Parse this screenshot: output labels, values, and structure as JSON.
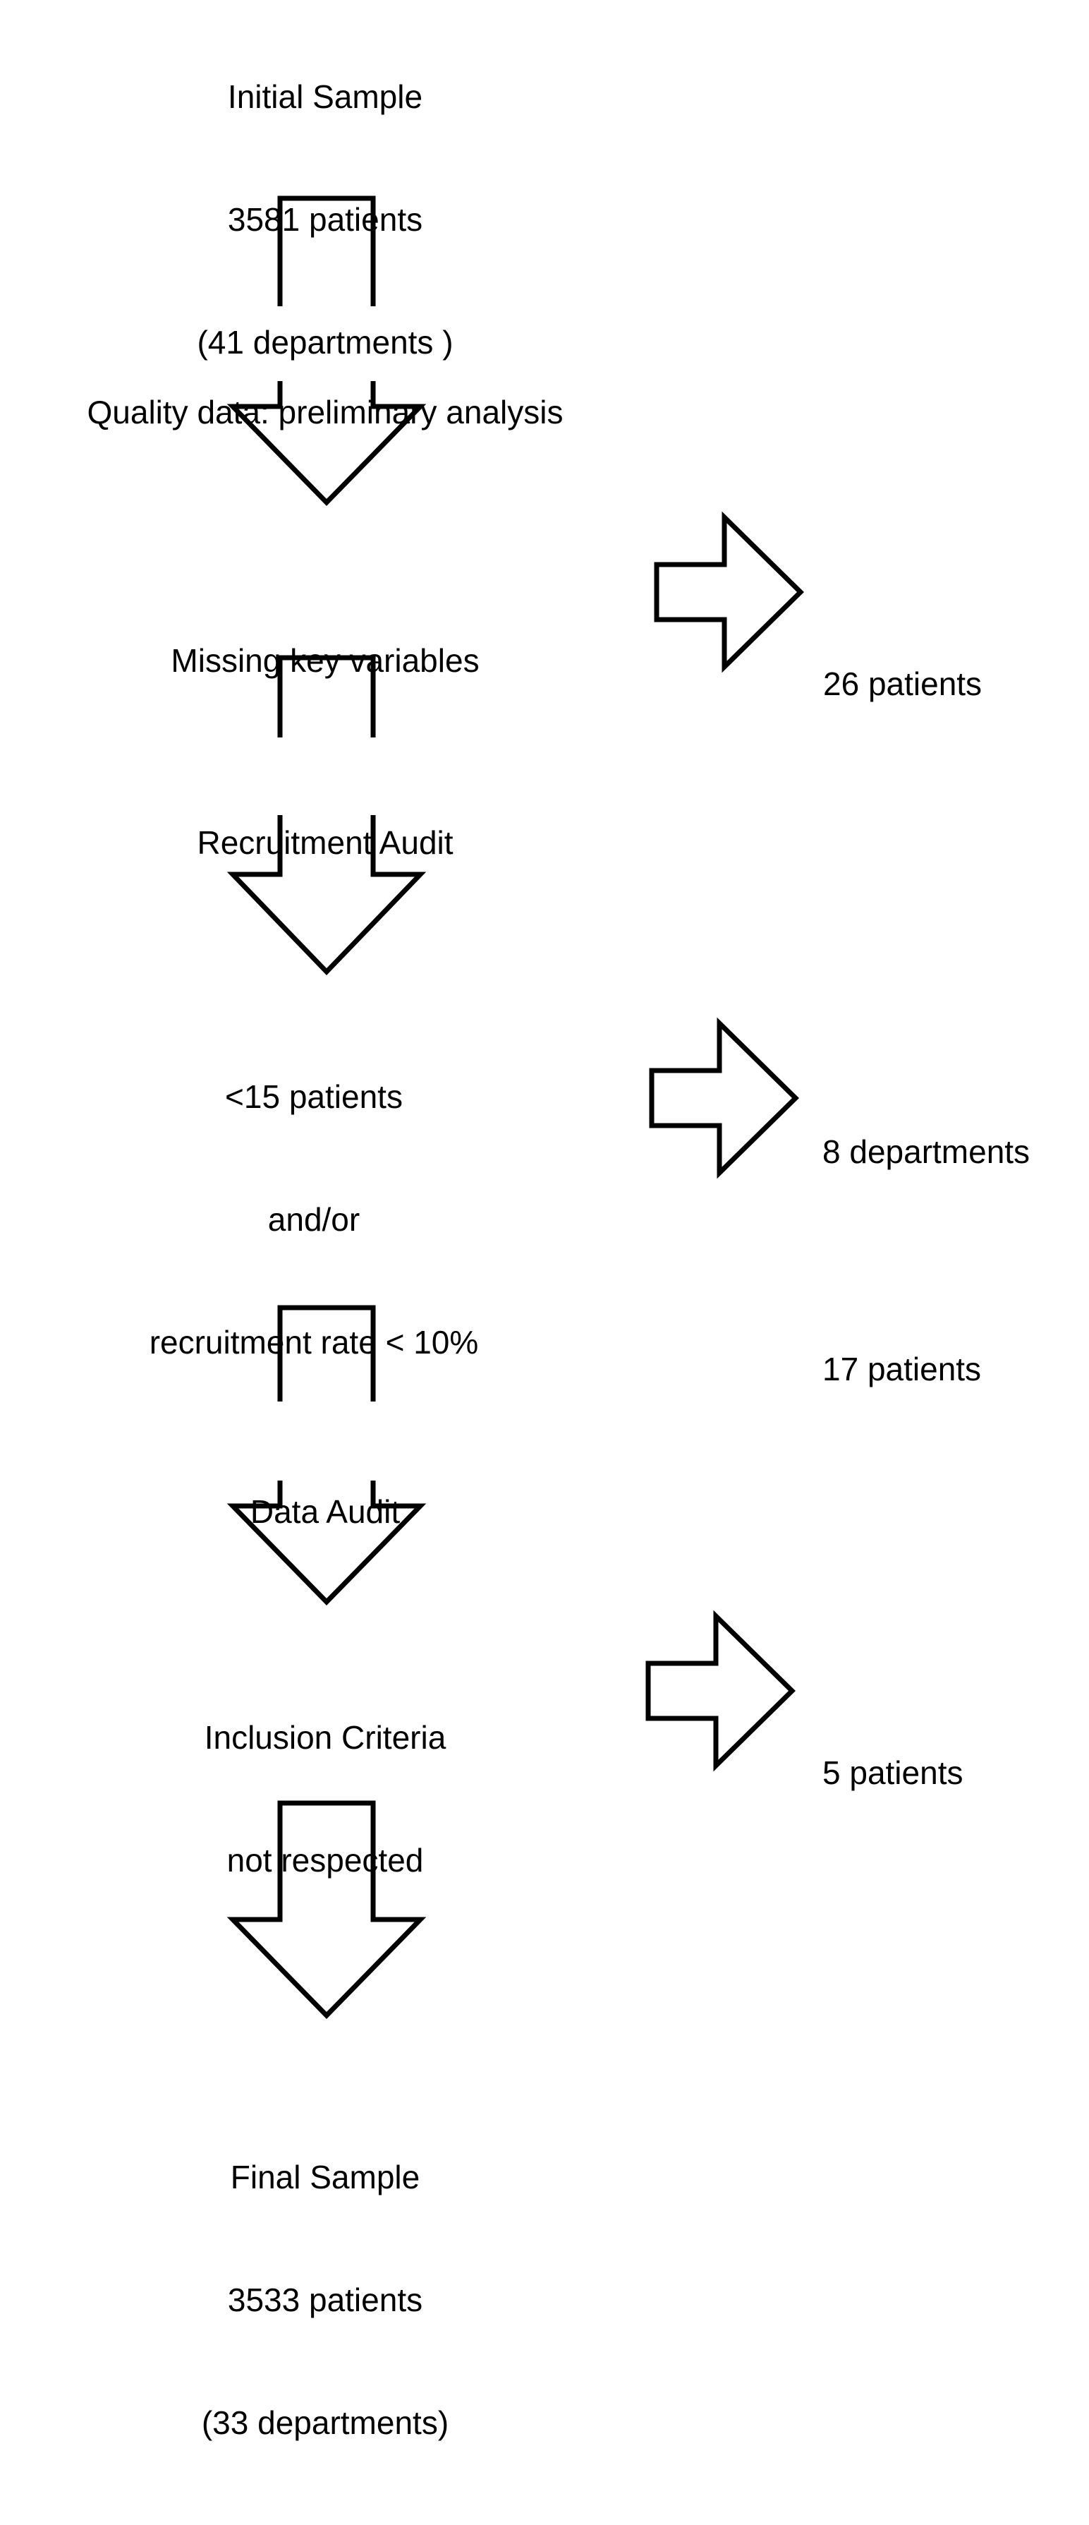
{
  "figure": {
    "type": "flow-diagram",
    "title": "Patient and department selection flowchart",
    "background_color": "#ffffff",
    "stroke_color": "#000000",
    "text_color": "#000000"
  },
  "nodes": {
    "initial_sample": {
      "line1": "Initial Sample",
      "line2": "3581 patients",
      "line3": "(41 departments )"
    },
    "quality_data": {
      "label": "Quality data: preliminary analysis"
    },
    "missing_key_variables": {
      "label": "Missing key variables"
    },
    "recruitment_audit": {
      "label": "Recruitment Audit"
    },
    "low_recruitment": {
      "line1": "<15 patients",
      "line2": "and/or",
      "line3": "recruitment rate < 10%"
    },
    "data_audit": {
      "label": "Data Audit"
    },
    "inclusion_criteria": {
      "line1": "Inclusion Criteria",
      "line2": "not respected"
    },
    "final_sample": {
      "line1": "Final Sample",
      "line2": "3533 patients",
      "line3": "(33 departments)"
    }
  },
  "exclusions": {
    "missing_key_variables": {
      "line1": "26 patients"
    },
    "low_recruitment": {
      "line1": "8 departments",
      "line2": "17 patients"
    },
    "inclusion_criteria": {
      "line1": "5 patients"
    }
  },
  "arrows": {
    "down_shaft_1": "down-arrow-shaft",
    "down_head_1": "down-arrow-head",
    "down_shaft_2": "down-arrow-shaft",
    "down_head_2": "down-arrow-head",
    "down_shaft_3": "down-arrow-shaft",
    "down_head_3": "down-arrow-head",
    "down_full_4": "down-arrow-full",
    "right_1": "right-arrow",
    "right_2": "right-arrow",
    "right_3": "right-arrow"
  },
  "chart_data": {
    "type": "table",
    "title": "Study flow: sample attrition",
    "categories": [
      "Initial Sample",
      "Missing key variables",
      "<15 patients and/or recruitment rate < 10%",
      "Inclusion Criteria not respected",
      "Final Sample"
    ],
    "patients": [
      3581,
      26,
      17,
      5,
      3533
    ],
    "departments": [
      41,
      0,
      8,
      0,
      33
    ],
    "steps": [
      {
        "stage": "Initial Sample",
        "patients": 3581,
        "departments": 41,
        "excluded_patients": null,
        "excluded_departments": null
      },
      {
        "stage": "Quality data: preliminary analysis",
        "reason": "Missing key variables",
        "excluded_patients": 26,
        "excluded_departments": null
      },
      {
        "stage": "Recruitment Audit",
        "reason": "<15 patients and/or recruitment rate < 10%",
        "excluded_patients": 17,
        "excluded_departments": 8
      },
      {
        "stage": "Data Audit",
        "reason": "Inclusion Criteria not respected",
        "excluded_patients": 5,
        "excluded_departments": null
      },
      {
        "stage": "Final Sample",
        "patients": 3533,
        "departments": 33,
        "excluded_patients": null,
        "excluded_departments": null
      }
    ],
    "xlabel": "",
    "ylabel": "",
    "grid": false,
    "legend": false
  }
}
